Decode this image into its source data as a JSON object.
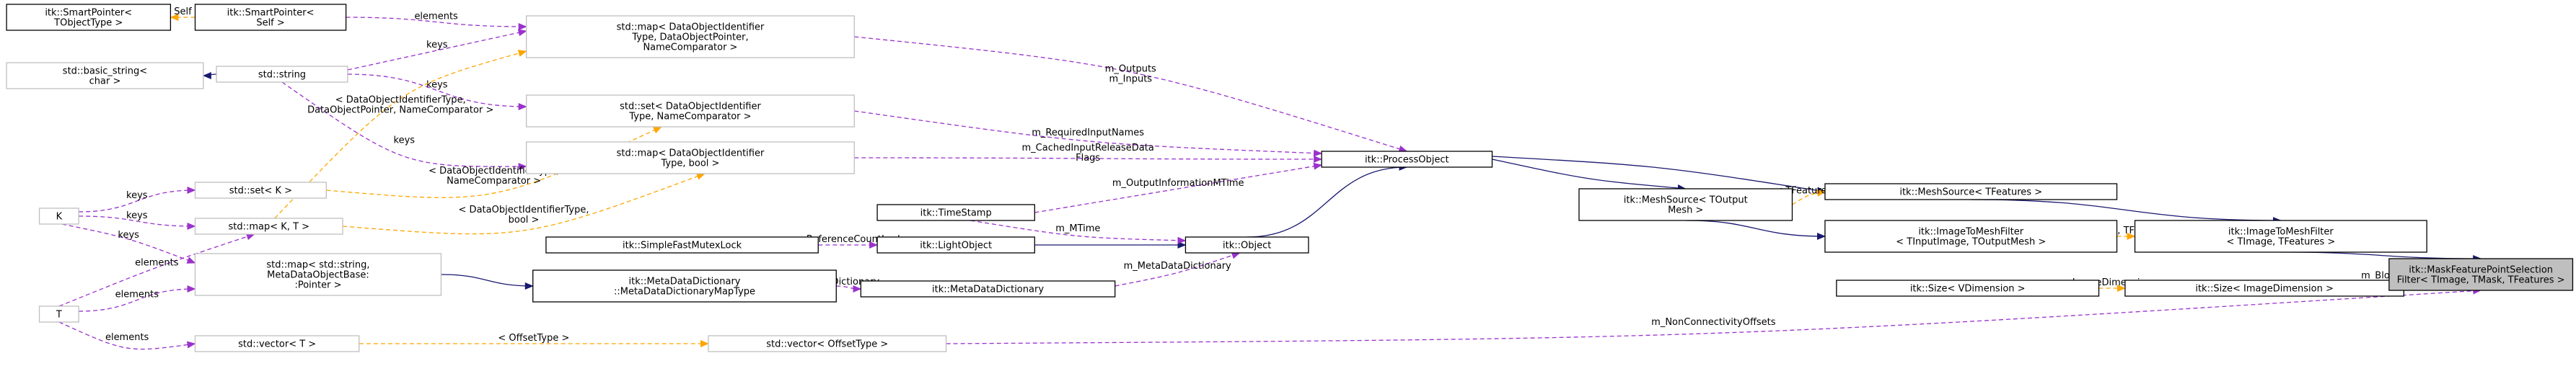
{
  "nodes": [
    {
      "id": "smartptr_tobj",
      "lines": [
        "itk::SmartPointer<",
        "TObjectType >"
      ],
      "style": "normal"
    },
    {
      "id": "smartptr_self",
      "lines": [
        "itk::SmartPointer<",
        "Self >"
      ],
      "style": "normal"
    },
    {
      "id": "basic_string",
      "lines": [
        "std::basic_string<",
        "char >"
      ],
      "style": "external"
    },
    {
      "id": "std_string",
      "lines": [
        "std::string"
      ],
      "style": "external"
    },
    {
      "id": "map_dataobj",
      "lines": [
        "std::map< DataObjectIdentifier",
        "Type, DataObjectPointer,",
        "NameComparator >"
      ],
      "style": "external"
    },
    {
      "id": "set_dataobj",
      "lines": [
        "std::set< DataObjectIdentifier",
        "Type, NameComparator >"
      ],
      "style": "external"
    },
    {
      "id": "map_bool",
      "lines": [
        "std::map< DataObjectIdentifier",
        "Type, bool >"
      ],
      "style": "external"
    },
    {
      "id": "set_k",
      "lines": [
        "std::set< K >"
      ],
      "style": "external"
    },
    {
      "id": "map_kt",
      "lines": [
        "std::map< K, T >"
      ],
      "style": "external"
    },
    {
      "id": "k",
      "lines": [
        "K"
      ],
      "style": "external"
    },
    {
      "id": "map_string_meta",
      "lines": [
        "std::map< std::string,",
        "MetaDataObjectBase:",
        ":Pointer >"
      ],
      "style": "external"
    },
    {
      "id": "t",
      "lines": [
        "T"
      ],
      "style": "external"
    },
    {
      "id": "vector_t",
      "lines": [
        "std::vector< T >"
      ],
      "style": "external"
    },
    {
      "id": "vector_offset",
      "lines": [
        "std::vector< OffsetType >"
      ],
      "style": "external"
    },
    {
      "id": "simple_fast_mutex",
      "lines": [
        "itk::SimpleFastMutexLock"
      ],
      "style": "normal"
    },
    {
      "id": "meta_dict_map",
      "lines": [
        "itk::MetaDataDictionary",
        "::MetaDataDictionaryMapType"
      ],
      "style": "normal"
    },
    {
      "id": "time_stamp",
      "lines": [
        "itk::TimeStamp"
      ],
      "style": "normal"
    },
    {
      "id": "light_object",
      "lines": [
        "itk::LightObject"
      ],
      "style": "normal"
    },
    {
      "id": "meta_dictionary",
      "lines": [
        "itk::MetaDataDictionary"
      ],
      "style": "normal"
    },
    {
      "id": "process_object",
      "lines": [
        "itk::ProcessObject"
      ],
      "style": "normal"
    },
    {
      "id": "object",
      "lines": [
        "itk::Object"
      ],
      "style": "normal"
    },
    {
      "id": "mesh_source_toutput",
      "lines": [
        "itk::MeshSource< TOutput",
        "Mesh >"
      ],
      "style": "normal"
    },
    {
      "id": "mesh_source_tfeatures",
      "lines": [
        "itk::MeshSource< TFeatures >"
      ],
      "style": "normal"
    },
    {
      "id": "image_to_mesh_generic",
      "lines": [
        "itk::ImageToMeshFilter",
        "< TInputImage, TOutputMesh >"
      ],
      "style": "normal"
    },
    {
      "id": "image_to_mesh_specific",
      "lines": [
        "itk::ImageToMeshFilter",
        "< TImage, TFeatures >"
      ],
      "style": "normal"
    },
    {
      "id": "size_vdim",
      "lines": [
        "itk::Size< VDimension >"
      ],
      "style": "normal"
    },
    {
      "id": "size_imagedim",
      "lines": [
        "itk::Size< ImageDimension >"
      ],
      "style": "normal"
    },
    {
      "id": "mask_feature",
      "lines": [
        "itk::MaskFeaturePointSelection",
        "Filter< TImage, TMask, TFeatures >"
      ],
      "style": "focus"
    }
  ],
  "edges": [
    {
      "id": "e_self_tobj",
      "from": "smartptr_self",
      "to": "smartptr_tobj",
      "kind": "template",
      "label": [
        "< Self >"
      ]
    },
    {
      "id": "e_self_map",
      "from": "smartptr_self",
      "to": "map_dataobj",
      "kind": "member",
      "label": [
        "elements"
      ]
    },
    {
      "id": "e_basic_string",
      "from": "std_string",
      "to": "basic_string",
      "kind": "inherit",
      "label": []
    },
    {
      "id": "e_string_map",
      "from": "std_string",
      "to": "map_dataobj",
      "kind": "member",
      "label": [
        "keys"
      ]
    },
    {
      "id": "e_string_set",
      "from": "std_string",
      "to": "set_dataobj",
      "kind": "member",
      "label": [
        "keys"
      ]
    },
    {
      "id": "e_string_mapbool",
      "from": "std_string",
      "to": "map_bool",
      "kind": "member",
      "label": [
        "keys"
      ]
    },
    {
      "id": "e_tmpl_map_kt_1",
      "from": "map_kt",
      "to": "map_dataobj",
      "kind": "template",
      "label": [
        "< DataObjectIdentifierType,",
        "DataObjectPointer, NameComparator >"
      ]
    },
    {
      "id": "e_tmpl_set_k",
      "from": "set_k",
      "to": "set_dataobj",
      "kind": "template",
      "label": [
        "< DataObjectIdentifierType,",
        "NameComparator >"
      ]
    },
    {
      "id": "e_tmpl_map_kt_2",
      "from": "map_kt",
      "to": "map_bool",
      "kind": "template",
      "label": [
        "< DataObjectIdentifierType,",
        "bool >"
      ]
    },
    {
      "id": "e_k_setk",
      "from": "k",
      "to": "set_k",
      "kind": "member",
      "label": [
        "keys"
      ]
    },
    {
      "id": "e_k_mapkt",
      "from": "k",
      "to": "map_kt",
      "kind": "member",
      "label": [
        "keys"
      ]
    },
    {
      "id": "e_k_mapstring",
      "from": "k",
      "to": "map_string_meta",
      "kind": "member",
      "label": [
        "keys"
      ]
    },
    {
      "id": "e_t_mapkt",
      "from": "t",
      "to": "map_kt",
      "kind": "member",
      "label": [
        "elements"
      ]
    },
    {
      "id": "e_t_mapstring",
      "from": "t",
      "to": "map_string_meta",
      "kind": "member",
      "label": [
        "elements"
      ]
    },
    {
      "id": "e_t_vector",
      "from": "t",
      "to": "vector_t",
      "kind": "member",
      "label": [
        "elements"
      ]
    },
    {
      "id": "e_vector_offset",
      "from": "vector_t",
      "to": "vector_offset",
      "kind": "template",
      "label": [
        "< OffsetType >"
      ]
    },
    {
      "id": "e_meta_map_inherit",
      "from": "map_string_meta",
      "to": "meta_dict_map",
      "kind": "inherit",
      "label": []
    },
    {
      "id": "e_dictionary",
      "from": "meta_dict_map",
      "to": "meta_dictionary",
      "kind": "member",
      "label": [
        "m_Dictionary"
      ]
    },
    {
      "id": "e_refcountlock",
      "from": "simple_fast_mutex",
      "to": "light_object",
      "kind": "member",
      "label": [
        "m_ReferenceCountLock"
      ]
    },
    {
      "id": "e_lightobj_object",
      "from": "light_object",
      "to": "object",
      "kind": "inherit",
      "label": []
    },
    {
      "id": "e_metadict_object",
      "from": "meta_dictionary",
      "to": "object",
      "kind": "member",
      "label": [
        "m_MetaDataDictionary"
      ]
    },
    {
      "id": "e_mtime",
      "from": "time_stamp",
      "to": "object",
      "kind": "member",
      "label": [
        "m_MTime"
      ]
    },
    {
      "id": "e_outputs_inputs",
      "from": "map_dataobj",
      "to": "process_object",
      "kind": "member",
      "label": [
        "m_Outputs",
        "m_Inputs"
      ]
    },
    {
      "id": "e_required_inputs",
      "from": "set_dataobj",
      "to": "process_object",
      "kind": "member",
      "label": [
        "m_RequiredInputNames"
      ]
    },
    {
      "id": "e_cached_flags",
      "from": "map_bool",
      "to": "process_object",
      "kind": "member",
      "label": [
        "m_CachedInputReleaseData",
        "Flags"
      ]
    },
    {
      "id": "e_output_mtime",
      "from": "time_stamp",
      "to": "process_object",
      "kind": "member",
      "label": [
        "m_OutputInformationMTime"
      ]
    },
    {
      "id": "e_object_process",
      "from": "object",
      "to": "process_object",
      "kind": "inherit",
      "label": []
    },
    {
      "id": "e_process_meshsrc",
      "from": "process_object",
      "to": "mesh_source_toutput",
      "kind": "inherit",
      "label": []
    },
    {
      "id": "e_process_meshsrc_tf",
      "from": "process_object",
      "to": "mesh_source_tfeatures",
      "kind": "inherit",
      "label": []
    },
    {
      "id": "e_tfeatures",
      "from": "mesh_source_toutput",
      "to": "mesh_source_tfeatures",
      "kind": "template",
      "label": [
        "< TFeatures >"
      ]
    },
    {
      "id": "e_meshsrc_imgtomesh",
      "from": "mesh_source_toutput",
      "to": "image_to_mesh_generic",
      "kind": "inherit",
      "label": []
    },
    {
      "id": "e_meshsrc_tf_imgtomesh",
      "from": "mesh_source_tfeatures",
      "to": "image_to_mesh_specific",
      "kind": "inherit",
      "label": []
    },
    {
      "id": "e_timage_tfeatures",
      "from": "image_to_mesh_generic",
      "to": "image_to_mesh_specific",
      "kind": "template",
      "label": [
        "< TImage, TFeatures >"
      ]
    },
    {
      "id": "e_imgtomesh_mask",
      "from": "image_to_mesh_specific",
      "to": "mask_feature",
      "kind": "inherit",
      "label": []
    },
    {
      "id": "e_image_dimension",
      "from": "size_vdim",
      "to": "size_imagedim",
      "kind": "template",
      "label": [
        "< ImageDimension >"
      ]
    },
    {
      "id": "e_block_radius",
      "from": "size_imagedim",
      "to": "mask_feature",
      "kind": "member",
      "label": [
        "m_BlockRadius"
      ]
    },
    {
      "id": "e_nonconnectivity",
      "from": "vector_offset",
      "to": "mask_feature",
      "kind": "member",
      "label": [
        "m_NonConnectivityOffsets"
      ]
    }
  ]
}
